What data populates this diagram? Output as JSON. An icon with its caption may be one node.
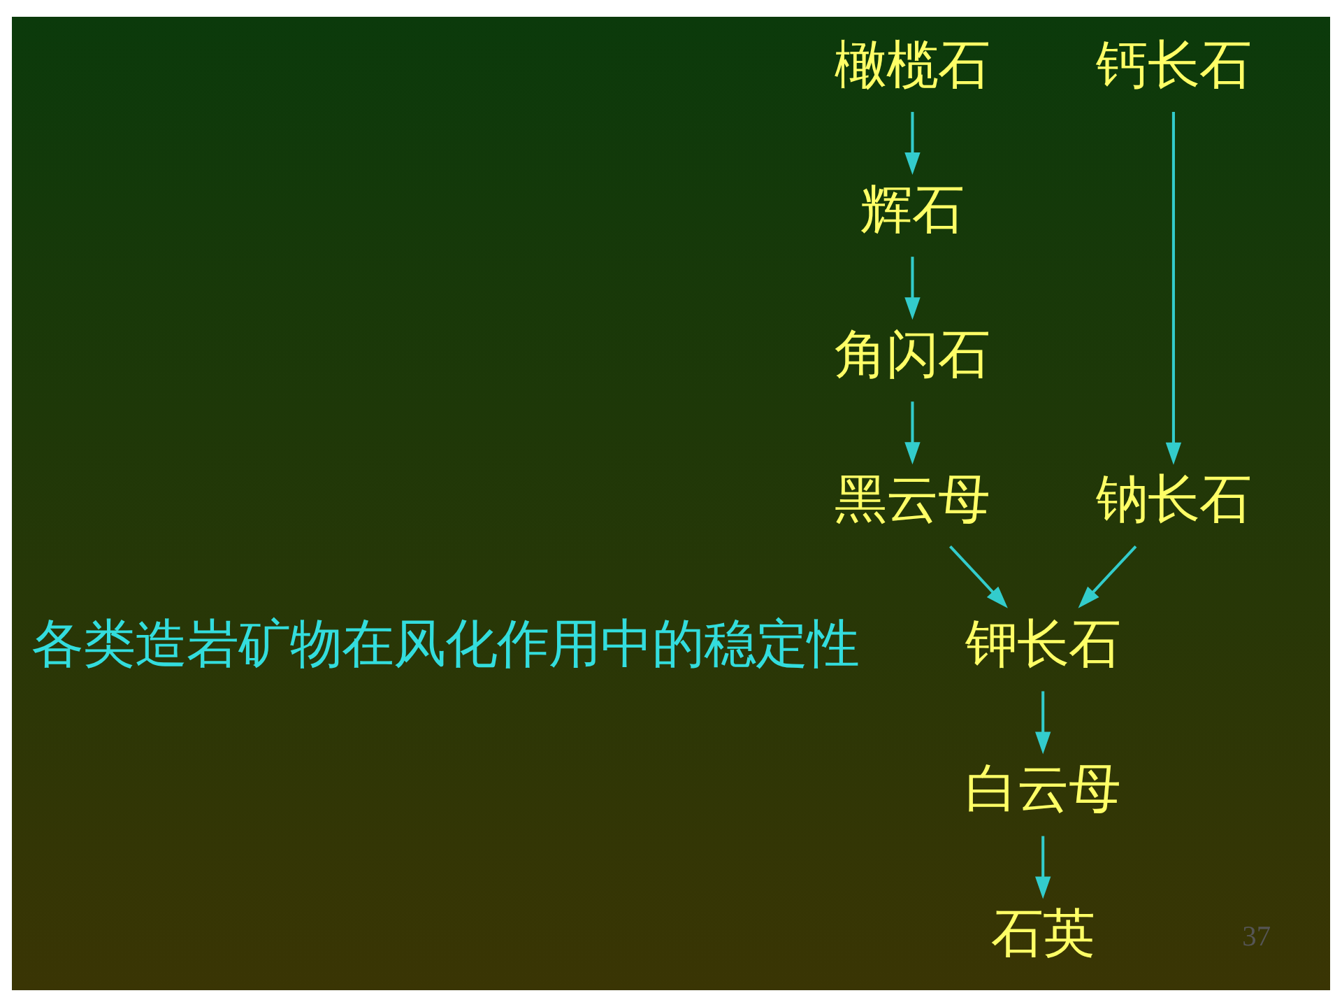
{
  "diagram": {
    "nodes": [
      {
        "text": [
          "橄榄石"
        ]
      },
      {
        "text": [
          "钙长石"
        ]
      },
      {
        "text": [
          "辉石"
        ]
      },
      {
        "text": [
          "角闪石"
        ]
      },
      {
        "text": [
          "黑云母"
        ]
      },
      {
        "text": [
          "钠长石"
        ]
      },
      {
        "text": [
          "钾长石"
        ]
      },
      {
        "text": [
          "白云母"
        ]
      },
      {
        "text": [
          "石英"
        ]
      }
    ],
    "edges": [
      {
        "from": 0,
        "to": 2,
        "arrow": "to"
      },
      {
        "from": 2,
        "to": 3,
        "arrow": "to"
      },
      {
        "from": 3,
        "to": 4,
        "arrow": "to"
      },
      {
        "from": 1,
        "to": 5,
        "arrow": "to"
      },
      {
        "from": 4,
        "to": 6,
        "arrow": "to"
      },
      {
        "from": 5,
        "to": 6,
        "arrow": "to"
      },
      {
        "from": 6,
        "to": 7,
        "arrow": "to"
      },
      {
        "from": 7,
        "to": 8,
        "arrow": "to"
      }
    ],
    "labels": [
      "各类造岩矿物在风化作用中的稳定性",
      "37"
    ]
  }
}
